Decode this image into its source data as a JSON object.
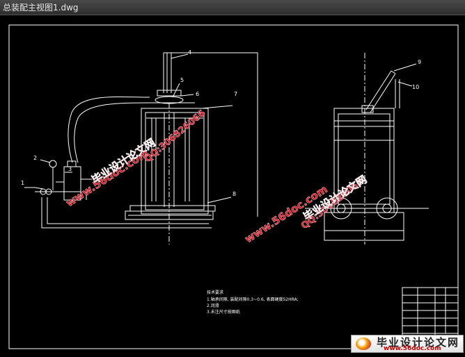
{
  "window": {
    "title": "总装配主视图1.dwg"
  },
  "drawing": {
    "part_numbers": [
      "1",
      "2",
      "3",
      "4",
      "5",
      "6",
      "7",
      "8",
      "9",
      "10"
    ],
    "tech_notes": {
      "heading": "技术要求",
      "lines": [
        "1.轴承间隙, 装配间隙0.3~0.6, 表面硬度52HRA;",
        "2.润滑",
        "3.未注尺寸按图纸"
      ]
    }
  },
  "watermarks": {
    "site": "www.56doc.com",
    "brand": "毕业设计论文网",
    "qq": "QQ:306826066"
  },
  "logo": {
    "text": "毕业设计论文网",
    "url": "www.56doc.com"
  },
  "colors": {
    "line": "#ffffff",
    "watermark": "#e8101f",
    "title_bg": "#3a3a3a"
  }
}
